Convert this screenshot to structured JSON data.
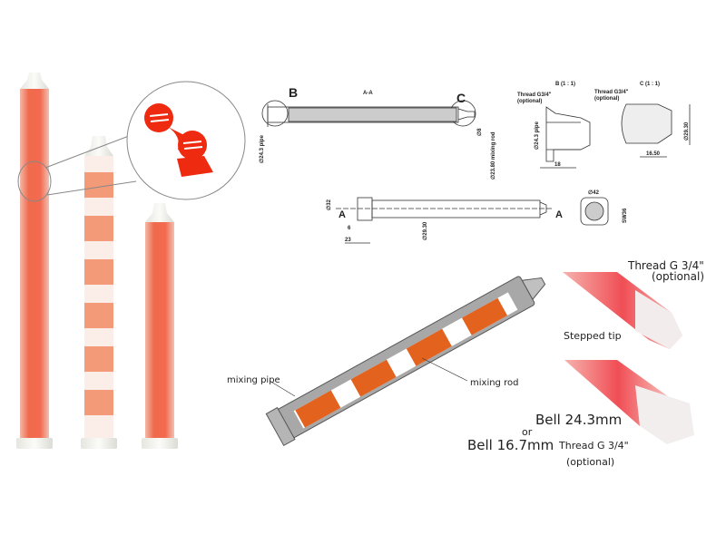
{
  "drawing": {
    "section_title": "A-A",
    "label_b": "B",
    "label_c": "C",
    "dim_pipe": "∅24.3 pipe",
    "dim_tip": "∅8",
    "dim_rod": "∅23.80 mixing rod",
    "detail_b_title": "B (1 : 1)",
    "detail_c_title": "C (1 : 1)",
    "thread_b": "Thread G3/4\"",
    "thread_b_opt": "(optional)",
    "thread_c": "Thread G3/4\"",
    "thread_c_opt": "(optional)",
    "detail_b_pipe": "∅24.3 pipe",
    "detail_b_len": "18",
    "detail_c_dia": "∅29.30",
    "detail_c_len": "16.50",
    "side_dia32": "∅32",
    "side_6": "6",
    "side_23": "23",
    "side_dia": "∅29.30",
    "section_mark": "A",
    "end_dia": "∅42",
    "end_sw": "SW36"
  },
  "cutaway": {
    "mixing_pipe": "mixing pipe",
    "mixing_rod": "mixing rod"
  },
  "tips": {
    "thread_top": "Thread G 3/4\"",
    "thread_top_opt": "(optional)",
    "stepped": "Stepped tip",
    "bell1": "Bell 24.3mm",
    "or": "or",
    "bell2": "Bell 16.7mm",
    "thread_bottom": "Thread G 3/4\"",
    "thread_bottom_opt": "(optional)"
  },
  "colors": {
    "orange": "#f0603a",
    "red": "#ff3a1a",
    "rod": "#e2621e"
  }
}
